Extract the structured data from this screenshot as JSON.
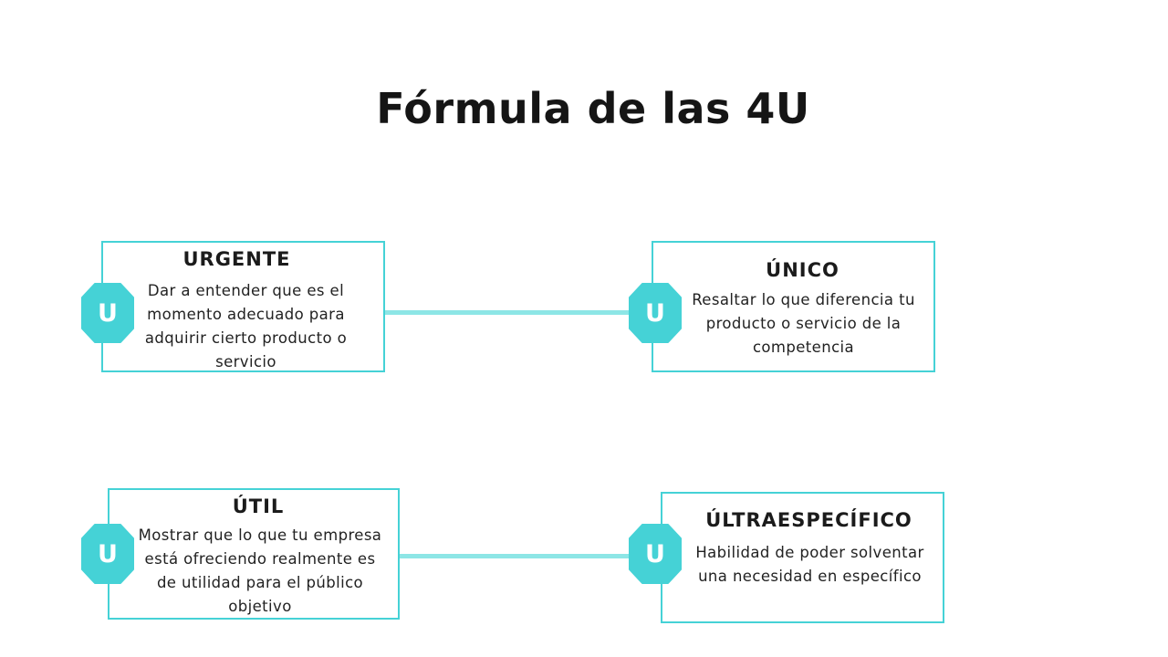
{
  "title": "Fórmula de las 4U",
  "colors": {
    "accent": "#45d2d6",
    "connector": "#8de6e6",
    "text": "#1b1b1b"
  },
  "cards": [
    {
      "badge": "U",
      "title": "URGENTE",
      "description": "Dar a entender que es el momento adecuado para adquirir cierto producto o servicio"
    },
    {
      "badge": "U",
      "title": "ÚNICO",
      "description": "Resaltar lo que diferencia tu producto o servicio de la competencia"
    },
    {
      "badge": "U",
      "title": "ÚTIL",
      "description": "Mostrar que lo que tu empresa está ofreciendo realmente es de utilidad para el público objetivo"
    },
    {
      "badge": "U",
      "title": "ÚLTRAESPECÍFICO",
      "description": "Habilidad de poder solventar una necesidad en específico"
    }
  ]
}
